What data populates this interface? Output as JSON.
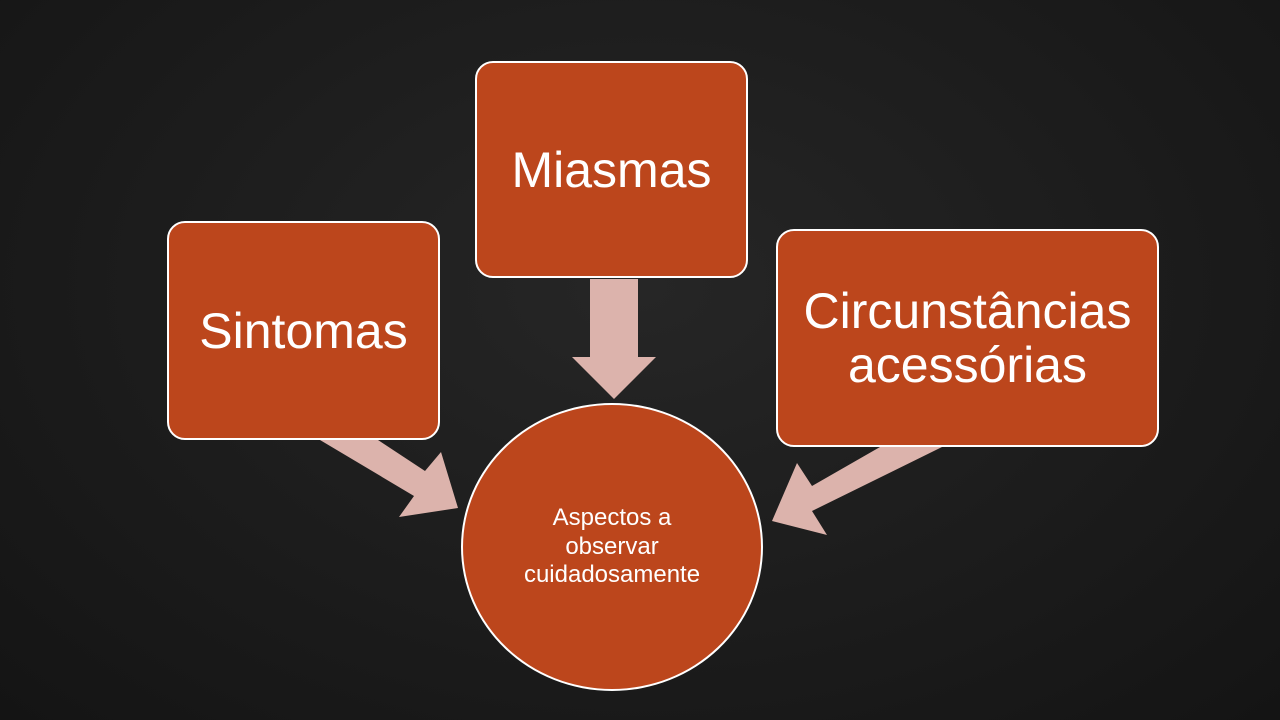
{
  "diagram": {
    "center": {
      "label": "Aspectos a observar cuidadosamente"
    },
    "nodes": [
      {
        "id": "sintomas",
        "label": "Sintomas"
      },
      {
        "id": "miasmas",
        "label": "Miasmas"
      },
      {
        "id": "circunstancias",
        "line1": "Circunstâncias",
        "line2": "acessórias"
      }
    ]
  },
  "colors": {
    "node_fill": "#bc461c",
    "arrow_fill": "#dcb3ac",
    "border": "#ffffff"
  }
}
